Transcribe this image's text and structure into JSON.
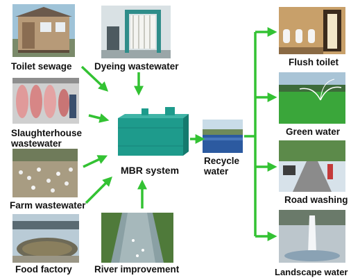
{
  "sources": {
    "toilet_sewage": "Toilet sewage",
    "dyeing_wastewater": "Dyeing wastewater",
    "slaughterhouse_wastewater": "Slaughterhouse wastewater",
    "farm_wastewater": "Farm wastewater",
    "food_factory": "Food factory",
    "river_improvement": "River improvement"
  },
  "center": {
    "mbr_system": "MBR system",
    "recycle_water": "Recycle water"
  },
  "outputs": {
    "flush_toilet": "Flush toilet",
    "green_water": "Green water",
    "road_washing": "Road washing",
    "landscape_water": "Landscape water"
  },
  "colors": {
    "arrow": "#33c233",
    "mbr_tank": "#1e9b8c",
    "recycle_water": "#2c5aa0"
  },
  "icons": [
    "arrow-right-icon",
    "arrow-down-icon",
    "arrow-up-icon"
  ]
}
